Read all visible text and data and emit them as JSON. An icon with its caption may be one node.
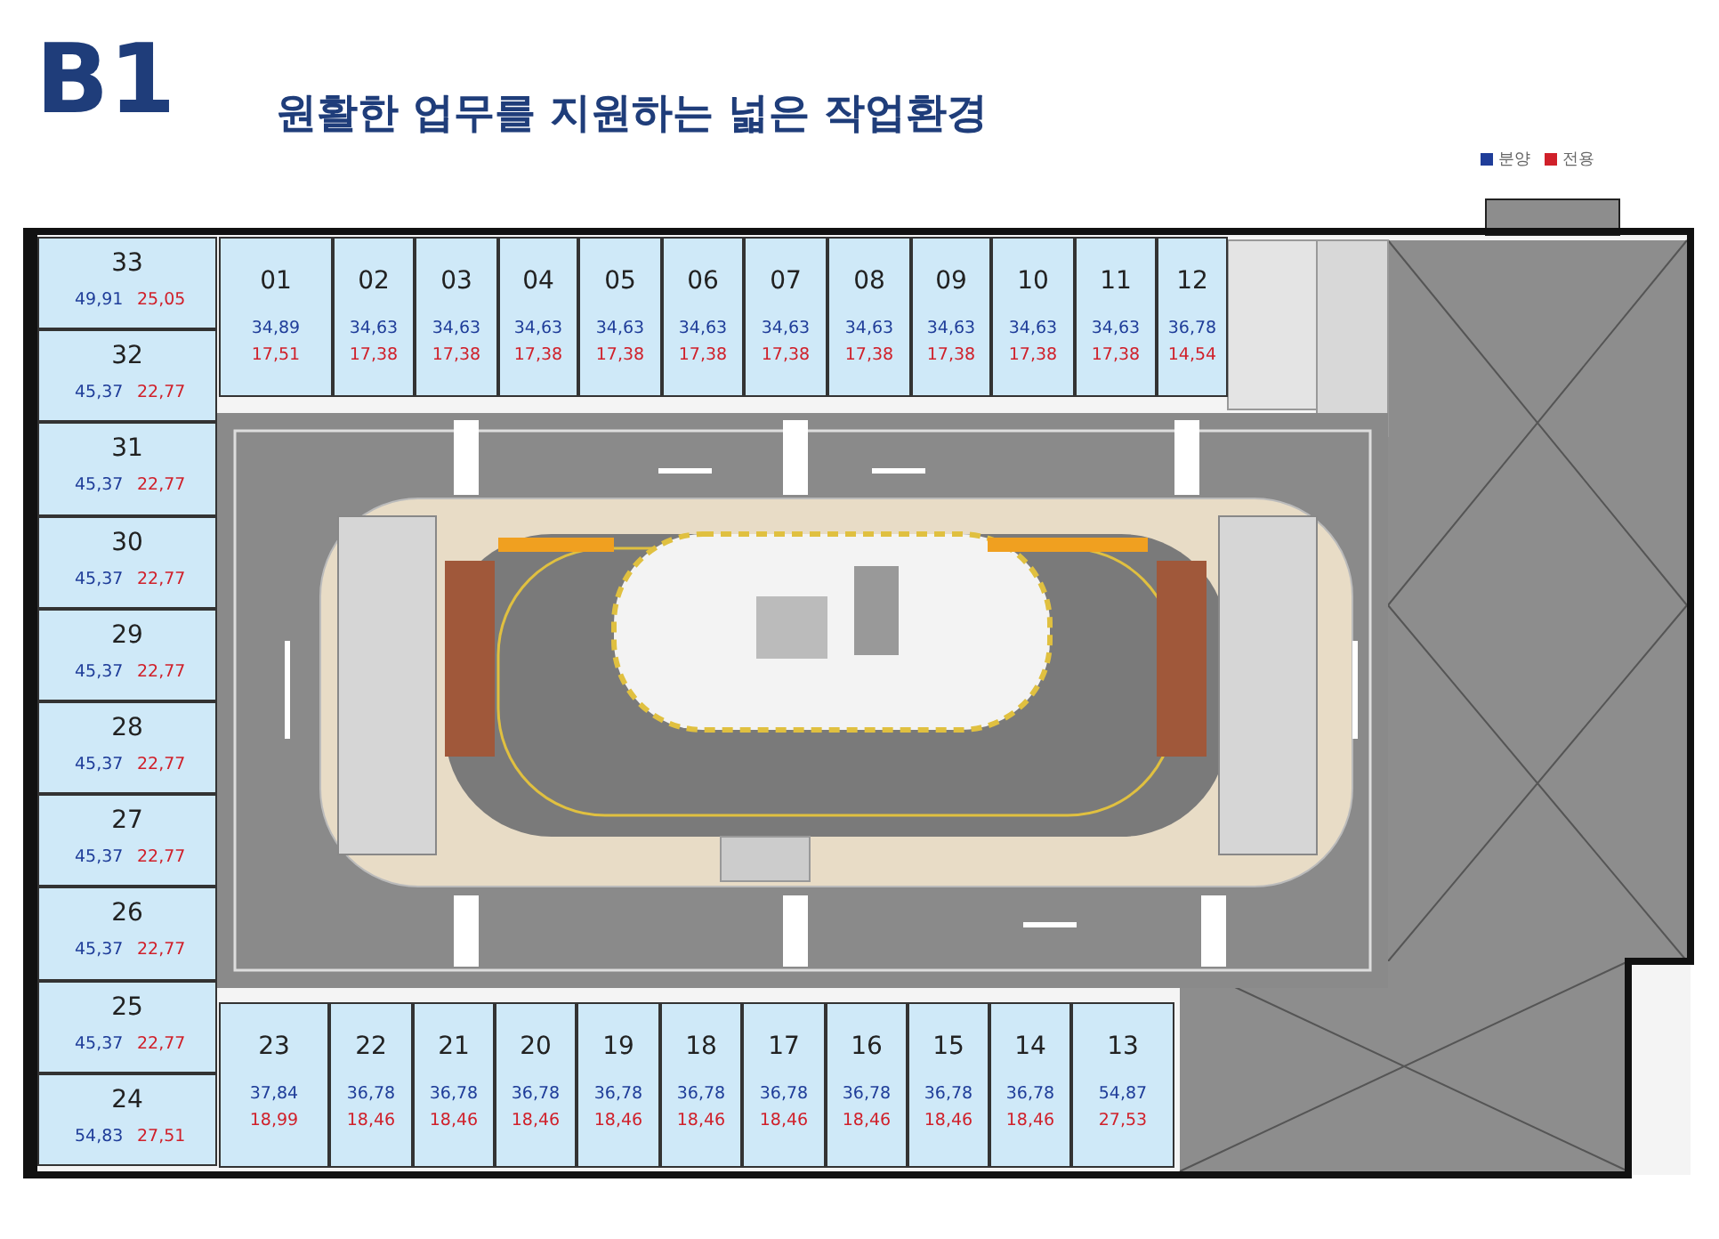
{
  "diagram": {
    "title": "B1",
    "nodes": [
      {
        "text": [
          "33",
          "49,91",
          "25,05"
        ]
      },
      {
        "text": [
          "32",
          "45,37",
          "22,77"
        ]
      },
      {
        "text": [
          "31",
          "45,37",
          "22,77"
        ]
      },
      {
        "text": [
          "30",
          "45,37",
          "22,77"
        ]
      },
      {
        "text": [
          "29",
          "45,37",
          "22,77"
        ]
      },
      {
        "text": [
          "28",
          "45,37",
          "22,77"
        ]
      },
      {
        "text": [
          "27",
          "45,37",
          "22,77"
        ]
      },
      {
        "text": [
          "26",
          "45,37",
          "22,77"
        ]
      },
      {
        "text": [
          "25",
          "45,37",
          "22,77"
        ]
      },
      {
        "text": [
          "24",
          "54,83",
          "27,51"
        ]
      },
      {
        "text": [
          "01",
          "34,89",
          "17,51"
        ]
      },
      {
        "text": [
          "02",
          "34,63",
          "17,38"
        ]
      },
      {
        "text": [
          "03",
          "34,63",
          "17,38"
        ]
      },
      {
        "text": [
          "04",
          "34,63",
          "17,38"
        ]
      },
      {
        "text": [
          "05",
          "34,63",
          "17,38"
        ]
      },
      {
        "text": [
          "06",
          "34,63",
          "17,38"
        ]
      },
      {
        "text": [
          "07",
          "34,63",
          "17,38"
        ]
      },
      {
        "text": [
          "08",
          "34,63",
          "17,38"
        ]
      },
      {
        "text": [
          "09",
          "34,63",
          "17,38"
        ]
      },
      {
        "text": [
          "10",
          "34,63",
          "17,38"
        ]
      },
      {
        "text": [
          "11",
          "34,63",
          "17,38"
        ]
      },
      {
        "text": [
          "12",
          "36,78",
          "14,54"
        ]
      },
      {
        "text": [
          "23",
          "37,84",
          "18,99"
        ]
      },
      {
        "text": [
          "22",
          "36,78",
          "18,46"
        ]
      },
      {
        "text": [
          "21",
          "36,78",
          "18,46"
        ]
      },
      {
        "text": [
          "20",
          "36,78",
          "18,46"
        ]
      },
      {
        "text": [
          "19",
          "36,78",
          "18,46"
        ]
      },
      {
        "text": [
          "18",
          "36,78",
          "18,46"
        ]
      },
      {
        "text": [
          "17",
          "36,78",
          "18,46"
        ]
      },
      {
        "text": [
          "16",
          "36,78",
          "18,46"
        ]
      },
      {
        "text": [
          "15",
          "36,78",
          "18,46"
        ]
      },
      {
        "text": [
          "14",
          "36,78",
          "18,46"
        ]
      },
      {
        "text": [
          "13",
          "54,87",
          "27,53"
        ]
      }
    ],
    "labels": [
      "원활한 업무를 지원하는 넓은 작업환경"
    ],
    "legend": [
      {
        "text": "분양",
        "color": "#1f3d99"
      },
      {
        "text": "전용",
        "color": "#d0202a"
      }
    ]
  }
}
